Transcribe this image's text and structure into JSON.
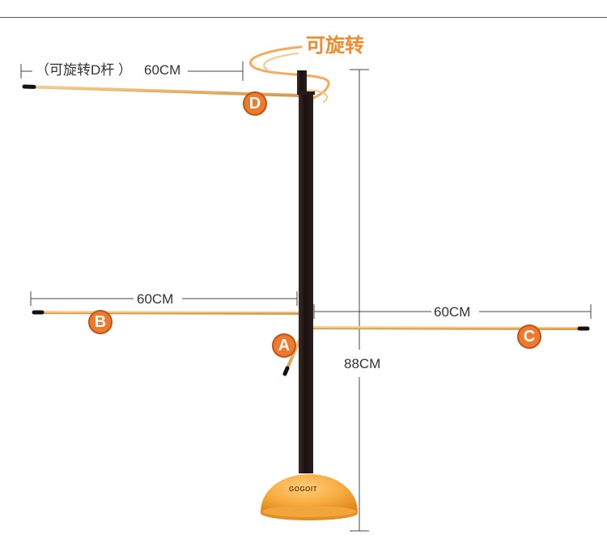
{
  "rotate_label": "可旋转",
  "d_rod_note": "（可旋转D杆 ）",
  "dimensions": {
    "d_rod": "60CM",
    "b_rod": "60CM",
    "c_rod": "60CM",
    "height": "88CM"
  },
  "badges": {
    "a": "A",
    "b": "B",
    "c": "C",
    "d": "D"
  },
  "base_logo": "GOGOIT",
  "colors": {
    "accent": "#f07a2c",
    "pole": "#1e1414",
    "rod": "#e8b46a",
    "base": "#f6a83a"
  }
}
